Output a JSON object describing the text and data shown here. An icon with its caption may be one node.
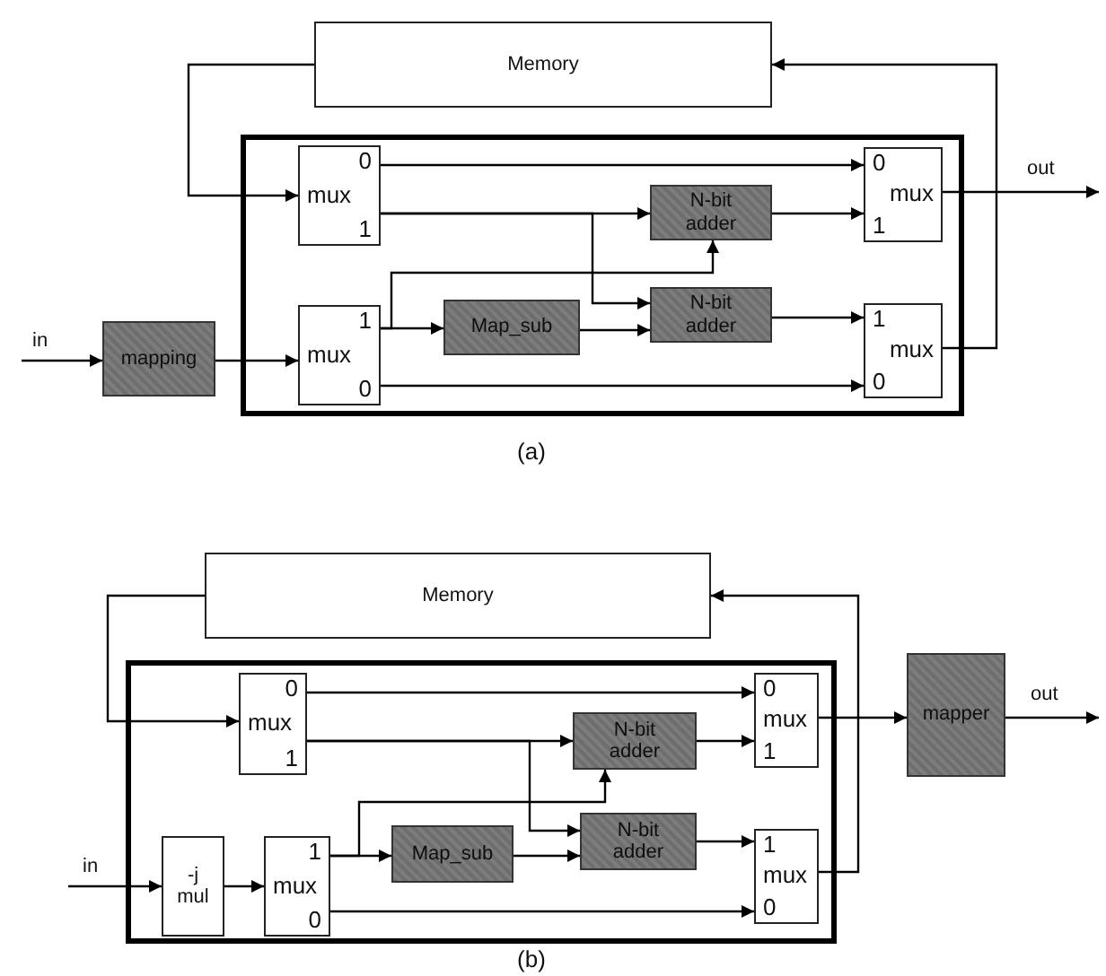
{
  "diagram": {
    "nodes": [
      {
        "text": [
          "Memory"
        ]
      },
      {
        "text": [],
        "shape": "box"
      },
      {
        "text": [
          "0",
          "mux",
          "1"
        ],
        "in": 1
      },
      {
        "text": [
          "1",
          "mux",
          "0"
        ],
        "in": 1
      },
      {
        "text": [
          "Map_sub"
        ],
        "in": 1
      },
      {
        "text": [
          "N-bit adder"
        ],
        "in": 1
      },
      {
        "text": [
          "N-bit adder"
        ],
        "in": 1
      },
      {
        "text": [
          "0",
          "mux",
          "1"
        ],
        "in": 1
      },
      {
        "text": [
          "1",
          "mux",
          "0"
        ],
        "in": 1
      },
      {
        "text": [
          "mapping"
        ]
      },
      {
        "text": [
          "Memory"
        ]
      },
      {
        "text": [],
        "shape": "box"
      },
      {
        "text": [
          "0",
          "mux",
          "1"
        ],
        "in": 11
      },
      {
        "text": [
          "1",
          "mux",
          "0"
        ],
        "in": 11
      },
      {
        "text": [
          "Map_sub"
        ],
        "in": 11
      },
      {
        "text": [
          "N-bit adder"
        ],
        "in": 11
      },
      {
        "text": [
          "N-bit adder"
        ],
        "in": 11
      },
      {
        "text": [
          "0",
          "mux",
          "1"
        ],
        "in": 11
      },
      {
        "text": [
          "1",
          "mux",
          "0"
        ],
        "in": 11
      },
      {
        "text": [
          "-j mul"
        ],
        "in": 11
      },
      {
        "text": [
          "mapper"
        ]
      }
    ],
    "edges": [
      {
        "from": null,
        "to": 9,
        "arrow": "to",
        "label": "in"
      },
      {
        "from": 9,
        "to": 3,
        "arrow": "to"
      },
      {
        "from": 0,
        "to": 2,
        "arrow": "to"
      },
      {
        "from": 2,
        "to": 7,
        "arrow": "to"
      },
      {
        "from": 2,
        "to": 5,
        "arrow": "to"
      },
      {
        "from": 2,
        "to": 6,
        "arrow": "to"
      },
      {
        "from": 3,
        "to": 4,
        "arrow": "to"
      },
      {
        "from": 3,
        "to": 5,
        "arrow": "to"
      },
      {
        "from": 3,
        "to": 8,
        "arrow": "to"
      },
      {
        "from": 4,
        "to": 6,
        "arrow": "to"
      },
      {
        "from": 5,
        "to": 7,
        "arrow": "to"
      },
      {
        "from": 6,
        "to": 8,
        "arrow": "to"
      },
      {
        "from": 7,
        "to": null,
        "arrow": "to",
        "label": "out"
      },
      {
        "from": 8,
        "to": 0,
        "arrow": "to"
      },
      {
        "from": null,
        "to": 19,
        "arrow": "to",
        "label": "in"
      },
      {
        "from": 19,
        "to": 13,
        "arrow": "to"
      },
      {
        "from": 10,
        "to": 12,
        "arrow": "to"
      },
      {
        "from": 12,
        "to": 17,
        "arrow": "to"
      },
      {
        "from": 12,
        "to": 15,
        "arrow": "to"
      },
      {
        "from": 12,
        "to": 16,
        "arrow": "to"
      },
      {
        "from": 13,
        "to": 14,
        "arrow": "to"
      },
      {
        "from": 13,
        "to": 15,
        "arrow": "to"
      },
      {
        "from": 13,
        "to": 18,
        "arrow": "to"
      },
      {
        "from": 14,
        "to": 16,
        "arrow": "to"
      },
      {
        "from": 15,
        "to": 17,
        "arrow": "to"
      },
      {
        "from": 16,
        "to": 18,
        "arrow": "to"
      },
      {
        "from": 17,
        "to": 20,
        "arrow": "to"
      },
      {
        "from": 20,
        "to": null,
        "arrow": "to",
        "label": "out"
      },
      {
        "from": 18,
        "to": 10,
        "arrow": "to"
      }
    ],
    "labels": [
      "(a)",
      "(b)"
    ]
  }
}
